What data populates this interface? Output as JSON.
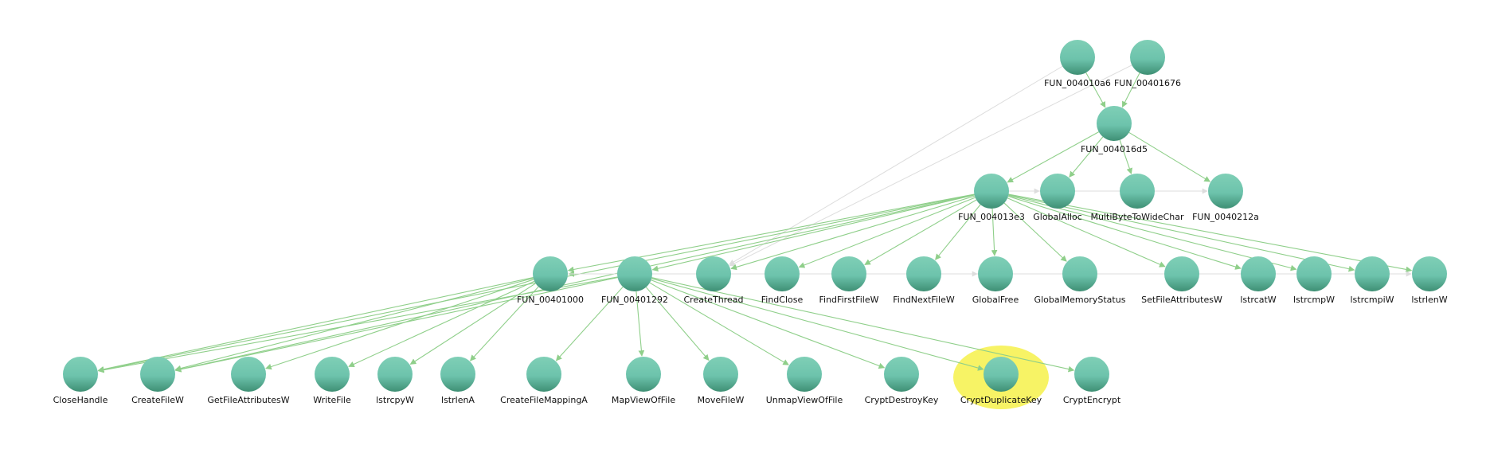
{
  "graph": {
    "colors": {
      "node_top": "#7fcfb6",
      "node_bottom": "#3e8f74",
      "node_flat": "#6dc3ac",
      "edge": "#8fcf8a",
      "edge_faint": "#dddddd",
      "highlight": "#f7f365"
    },
    "highlighted_node": "CryptDuplicateKey",
    "nodes": [
      {
        "id": "FUN_004010a6",
        "label": "FUN_004010a6"
      },
      {
        "id": "FUN_00401676",
        "label": "FUN_00401676"
      },
      {
        "id": "FUN_004016d5",
        "label": "FUN_004016d5"
      },
      {
        "id": "FUN_004013e3",
        "label": "FUN_004013e3"
      },
      {
        "id": "GlobalAlloc",
        "label": "GlobalAlloc"
      },
      {
        "id": "MultiByteToWideChar",
        "label": "MultiByteToWideChar"
      },
      {
        "id": "FUN_0040212a",
        "label": "FUN_0040212a"
      },
      {
        "id": "FUN_00401000",
        "label": "FUN_00401000"
      },
      {
        "id": "FUN_00401292",
        "label": "FUN_00401292"
      },
      {
        "id": "CreateThread",
        "label": "CreateThread"
      },
      {
        "id": "FindClose",
        "label": "FindClose"
      },
      {
        "id": "FindFirstFileW",
        "label": "FindFirstFileW"
      },
      {
        "id": "FindNextFileW",
        "label": "FindNextFileW"
      },
      {
        "id": "GlobalFree",
        "label": "GlobalFree"
      },
      {
        "id": "GlobalMemoryStatus",
        "label": "GlobalMemoryStatus"
      },
      {
        "id": "SetFileAttributesW",
        "label": "SetFileAttributesW"
      },
      {
        "id": "lstrcatW",
        "label": "lstrcatW"
      },
      {
        "id": "lstrcmpW",
        "label": "lstrcmpW"
      },
      {
        "id": "lstrcmpiW",
        "label": "lstrcmpiW"
      },
      {
        "id": "lstrlenW",
        "label": "lstrlenW"
      },
      {
        "id": "CloseHandle",
        "label": "CloseHandle"
      },
      {
        "id": "CreateFileW",
        "label": "CreateFileW"
      },
      {
        "id": "GetFileAttributesW",
        "label": "GetFileAttributesW"
      },
      {
        "id": "WriteFile",
        "label": "WriteFile"
      },
      {
        "id": "lstrcpyW",
        "label": "lstrcpyW"
      },
      {
        "id": "lstrlenA",
        "label": "lstrlenA"
      },
      {
        "id": "CreateFileMappingA",
        "label": "CreateFileMappingA"
      },
      {
        "id": "MapViewOfFile",
        "label": "MapViewOfFile"
      },
      {
        "id": "MoveFileW",
        "label": "MoveFileW"
      },
      {
        "id": "UnmapViewOfFile",
        "label": "UnmapViewOfFile"
      },
      {
        "id": "CryptDestroyKey",
        "label": "CryptDestroyKey"
      },
      {
        "id": "CryptDuplicateKey",
        "label": "CryptDuplicateKey"
      },
      {
        "id": "CryptEncrypt",
        "label": "CryptEncrypt"
      }
    ],
    "edges": [
      {
        "from": "FUN_004010a6",
        "to": "FUN_004016d5",
        "style": "normal"
      },
      {
        "from": "FUN_00401676",
        "to": "FUN_004016d5",
        "style": "normal"
      },
      {
        "from": "FUN_004010a6",
        "to": "CreateThread",
        "style": "faint"
      },
      {
        "from": "FUN_00401676",
        "to": "CreateThread",
        "style": "faint"
      },
      {
        "from": "FUN_004016d5",
        "to": "FUN_004013e3",
        "style": "normal"
      },
      {
        "from": "FUN_004016d5",
        "to": "GlobalAlloc",
        "style": "normal"
      },
      {
        "from": "FUN_004016d5",
        "to": "MultiByteToWideChar",
        "style": "normal"
      },
      {
        "from": "FUN_004016d5",
        "to": "FUN_0040212a",
        "style": "normal"
      },
      {
        "from": "FUN_004013e3",
        "to": "FUN_00401000",
        "style": "normal"
      },
      {
        "from": "FUN_004013e3",
        "to": "FUN_00401292",
        "style": "normal"
      },
      {
        "from": "FUN_004013e3",
        "to": "CreateThread",
        "style": "normal"
      },
      {
        "from": "FUN_004013e3",
        "to": "FindClose",
        "style": "normal"
      },
      {
        "from": "FUN_004013e3",
        "to": "FindFirstFileW",
        "style": "normal"
      },
      {
        "from": "FUN_004013e3",
        "to": "FindNextFileW",
        "style": "normal"
      },
      {
        "from": "FUN_004013e3",
        "to": "GlobalFree",
        "style": "normal"
      },
      {
        "from": "FUN_004013e3",
        "to": "GlobalMemoryStatus",
        "style": "normal"
      },
      {
        "from": "FUN_004013e3",
        "to": "SetFileAttributesW",
        "style": "normal"
      },
      {
        "from": "FUN_004013e3",
        "to": "lstrcatW",
        "style": "normal"
      },
      {
        "from": "FUN_004013e3",
        "to": "lstrcmpW",
        "style": "normal"
      },
      {
        "from": "FUN_004013e3",
        "to": "lstrcmpiW",
        "style": "normal"
      },
      {
        "from": "FUN_004013e3",
        "to": "lstrlenW",
        "style": "normal"
      },
      {
        "from": "FUN_004013e3",
        "to": "GlobalAlloc",
        "style": "faint"
      },
      {
        "from": "FUN_004013e3",
        "to": "FUN_0040212a",
        "style": "faint"
      },
      {
        "from": "FUN_004013e3",
        "to": "CloseHandle",
        "style": "normal"
      },
      {
        "from": "FUN_004013e3",
        "to": "CreateFileW",
        "style": "normal"
      },
      {
        "from": "FUN_00401000",
        "to": "CloseHandle",
        "style": "normal"
      },
      {
        "from": "FUN_00401000",
        "to": "CreateFileW",
        "style": "normal"
      },
      {
        "from": "FUN_00401000",
        "to": "GetFileAttributesW",
        "style": "normal"
      },
      {
        "from": "FUN_00401000",
        "to": "WriteFile",
        "style": "normal"
      },
      {
        "from": "FUN_00401000",
        "to": "lstrcpyW",
        "style": "normal"
      },
      {
        "from": "FUN_00401000",
        "to": "lstrlenA",
        "style": "normal"
      },
      {
        "from": "FUN_00401292",
        "to": "CloseHandle",
        "style": "normal"
      },
      {
        "from": "FUN_00401292",
        "to": "CreateFileW",
        "style": "normal"
      },
      {
        "from": "FUN_00401292",
        "to": "CreateFileMappingA",
        "style": "normal"
      },
      {
        "from": "FUN_00401292",
        "to": "MapViewOfFile",
        "style": "normal"
      },
      {
        "from": "FUN_00401292",
        "to": "MoveFileW",
        "style": "normal"
      },
      {
        "from": "FUN_00401292",
        "to": "UnmapViewOfFile",
        "style": "normal"
      },
      {
        "from": "FUN_00401292",
        "to": "CryptDestroyKey",
        "style": "normal"
      },
      {
        "from": "FUN_00401292",
        "to": "CryptDuplicateKey",
        "style": "normal"
      },
      {
        "from": "FUN_00401292",
        "to": "CryptEncrypt",
        "style": "normal"
      },
      {
        "from": "FUN_00401292",
        "to": "FUN_00401000",
        "style": "normal"
      },
      {
        "from": "FUN_00401000",
        "to": "lstrlenW",
        "style": "faint"
      },
      {
        "from": "FUN_00401292",
        "to": "GlobalFree",
        "style": "faint"
      }
    ]
  }
}
